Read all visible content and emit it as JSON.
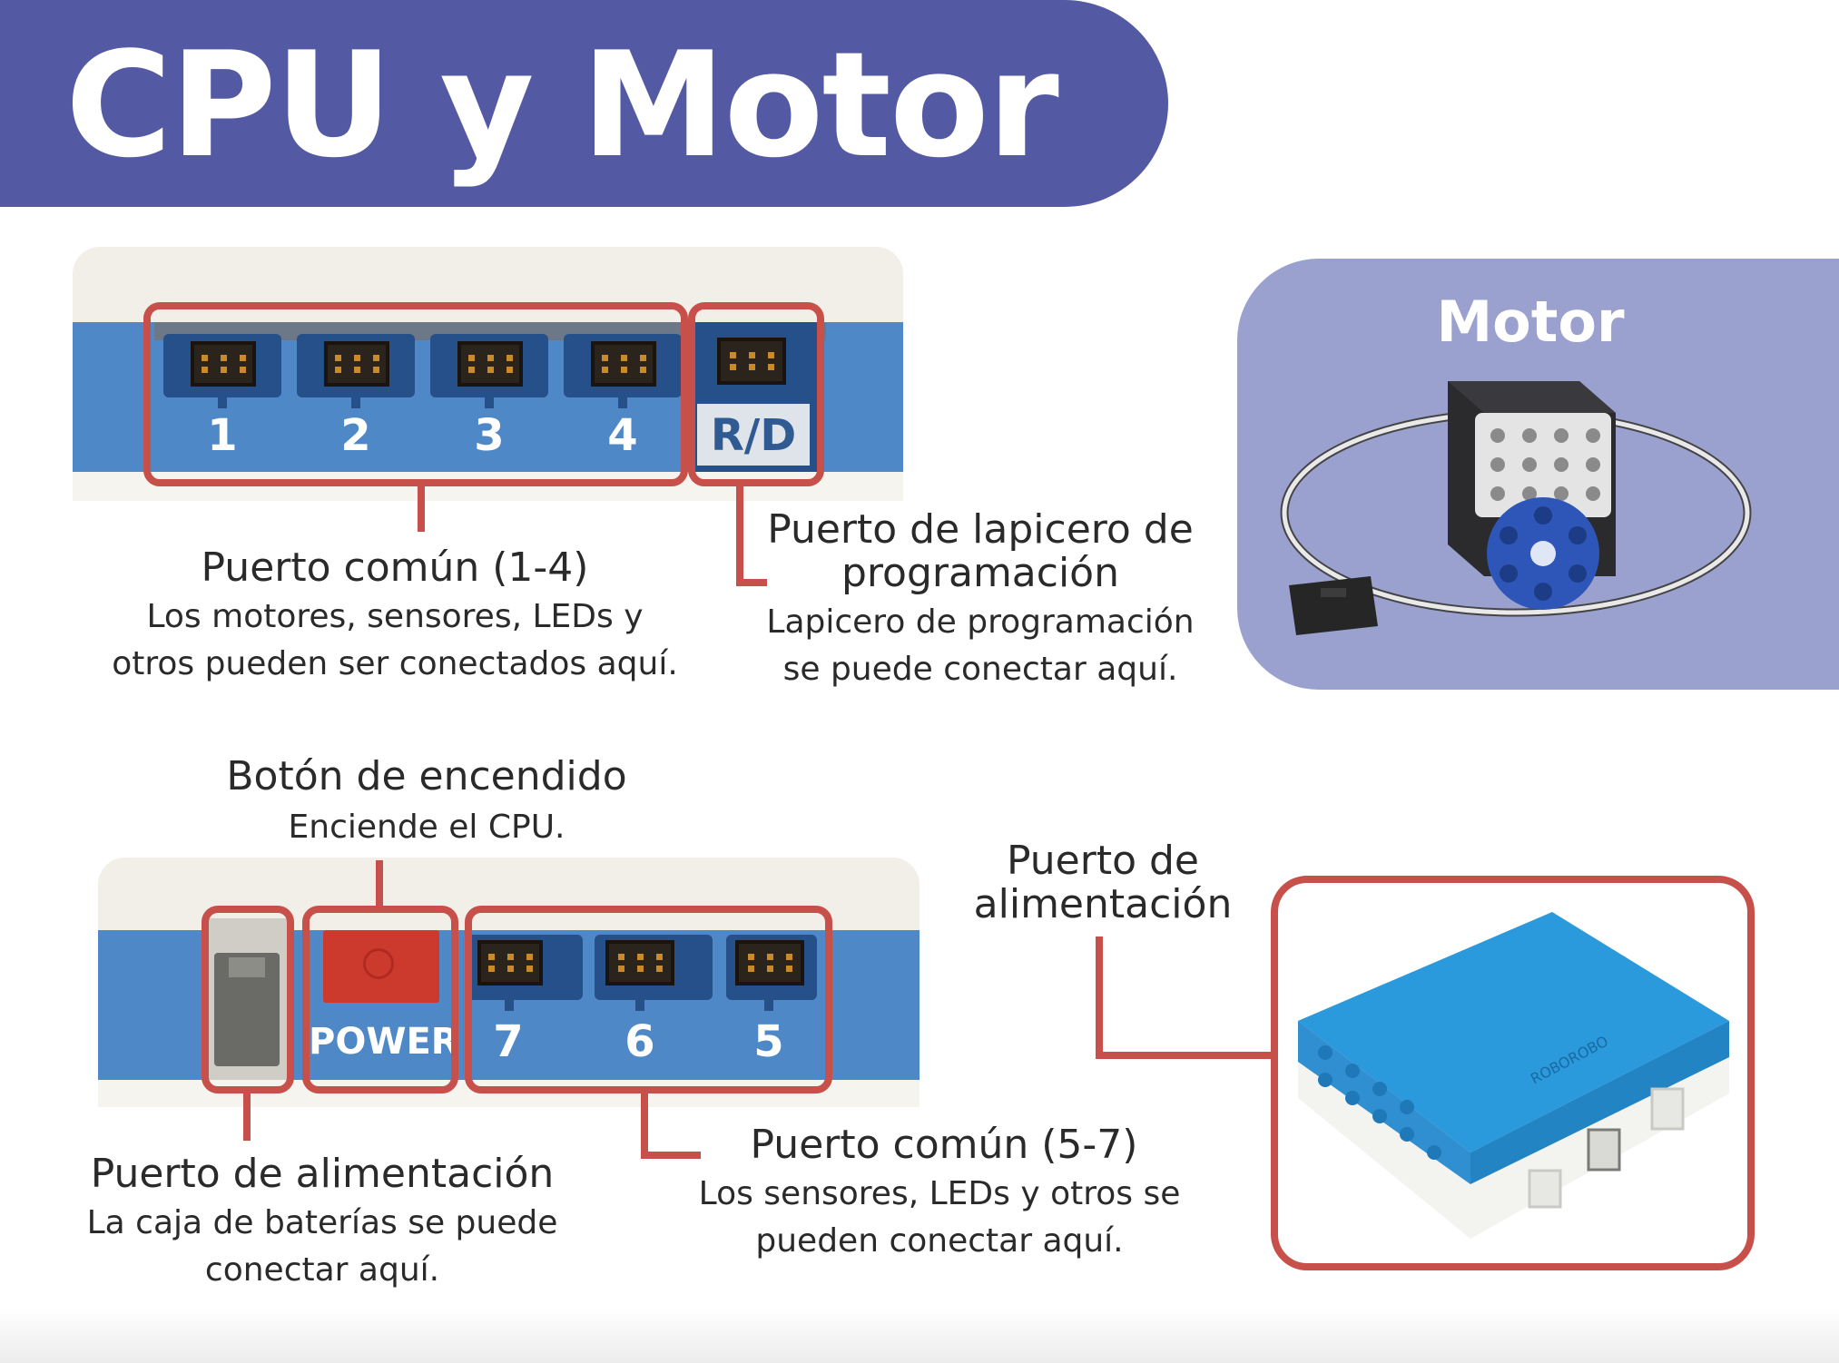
{
  "title": "CPU y Motor",
  "colors": {
    "banner": "#535aa3",
    "panel": "#9ba1cf",
    "annotation": "#c8504a",
    "cpu_blue": "#4f88c6"
  },
  "top_ports": [
    "1",
    "2",
    "3",
    "4",
    "R/D"
  ],
  "bottom_ports": {
    "power_label": "POWER",
    "numbers": [
      "7",
      "6",
      "5"
    ]
  },
  "callouts": {
    "common_1_4": {
      "heading": "Puerto común (1-4)",
      "body": "Los motores, sensores, LEDs y\notros pueden ser conectados aquí."
    },
    "pen_port": {
      "heading": "Puerto de lapicero de\nprogramación",
      "body": "Lapicero de programación\nse puede conectar aquí."
    },
    "power_button": {
      "heading": "Botón de encendido",
      "body": "Enciende el CPU."
    },
    "power_port_bottom": {
      "heading": "Puerto de alimentación",
      "body": "La caja de baterías se puede\nconectar aquí."
    },
    "common_5_7": {
      "heading": "Puerto común (5-7)",
      "body": "Los sensores, LEDs y otros se\npueden conectar aquí."
    },
    "power_port_right": {
      "heading": "Puerto de\nalimentación"
    }
  },
  "motor_panel": {
    "title": "Motor"
  },
  "cpu_brand": "ROBOROBO"
}
